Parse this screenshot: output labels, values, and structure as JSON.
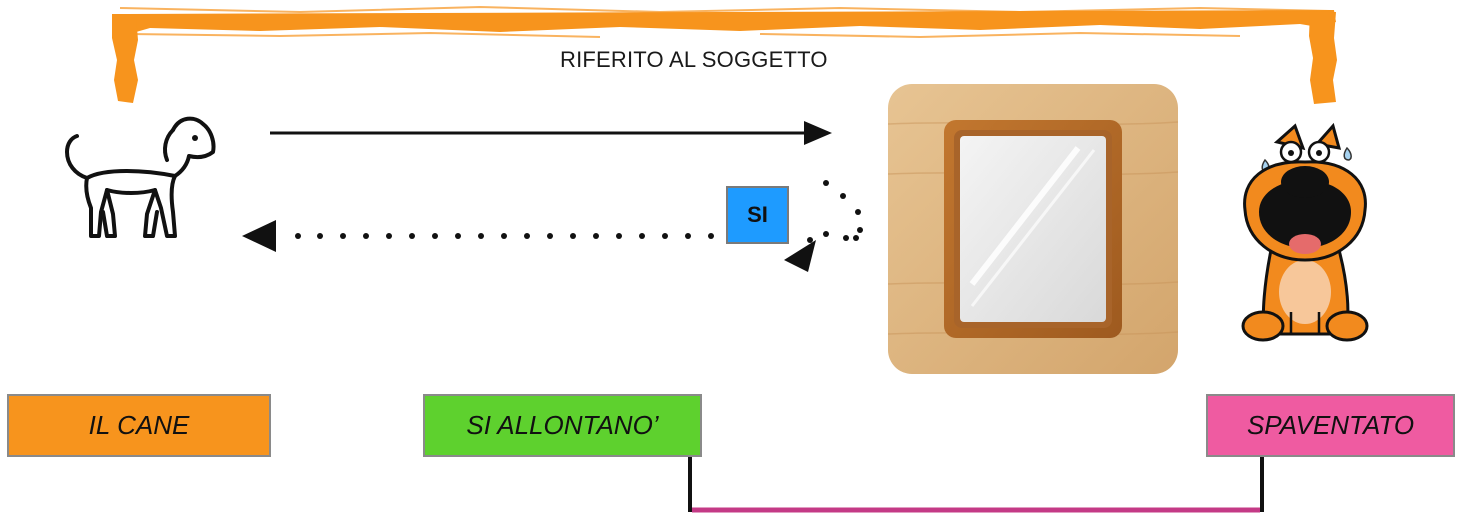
{
  "caption": "RIFERITO AL SOGGETTO",
  "badge": "SI",
  "boxes": {
    "subject": "IL CANE",
    "verb": "SI ALLONTANO’",
    "predicative": "SPAVENTATO"
  },
  "colors": {
    "bracket": "#f7941d",
    "subject": "#f7941d",
    "verb": "#5ed12e",
    "predicative": "#ef5ba1",
    "badge": "#1e9bff",
    "connector": "#c43a86"
  },
  "icons": {
    "dog": "dog-outline-icon",
    "mirror": "mirror-icon",
    "scared_dog": "scared-dog-icon"
  }
}
